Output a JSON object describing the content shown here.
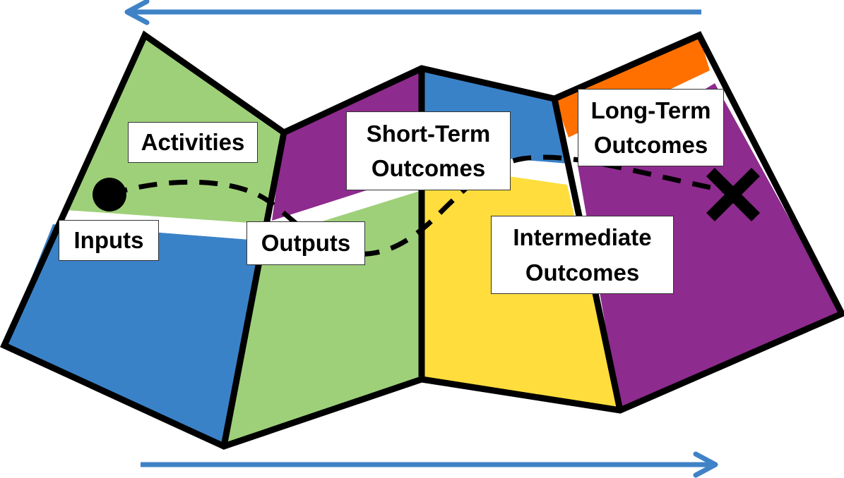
{
  "diagram": {
    "colors": {
      "green": "#9ed07a",
      "blue": "#3a82c8",
      "purple": "#8e2b8e",
      "yellow": "#fedd3d",
      "orange": "#ff7000",
      "outline": "#000000",
      "arrow": "#3f82c6"
    },
    "labels": {
      "inputs": "Inputs",
      "activities": "Activities",
      "outputs": "Outputs",
      "short_term": [
        "Short-Term",
        "Outcomes"
      ],
      "intermediate": [
        "Intermediate",
        "Outcomes"
      ],
      "long_term": [
        "Long-Term",
        "Outcomes"
      ]
    },
    "icons": {
      "start": "circle-start-marker",
      "end": "x-destination-marker",
      "top_arrow": "arrow-left",
      "bottom_arrow": "arrow-right"
    }
  }
}
